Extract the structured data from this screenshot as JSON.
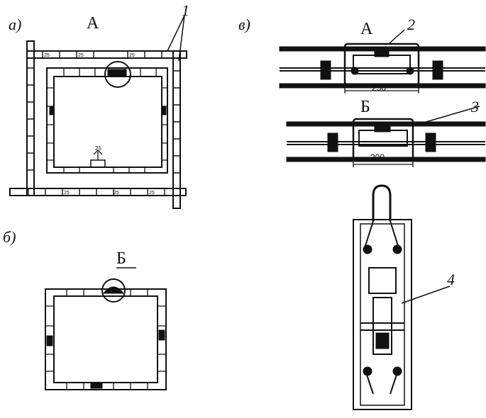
{
  "panels": {
    "a": "а)",
    "b": "б)",
    "v": "в)"
  },
  "callouts": {
    "A": "А",
    "B": "Б"
  },
  "refs": {
    "r1": "1",
    "r2": "2",
    "r3": "3",
    "r4": "4"
  },
  "dims": {
    "d250": "250",
    "d200": "200",
    "d25": "25"
  },
  "block_marks": [
    "25",
    "25",
    "25",
    "25",
    "25"
  ]
}
